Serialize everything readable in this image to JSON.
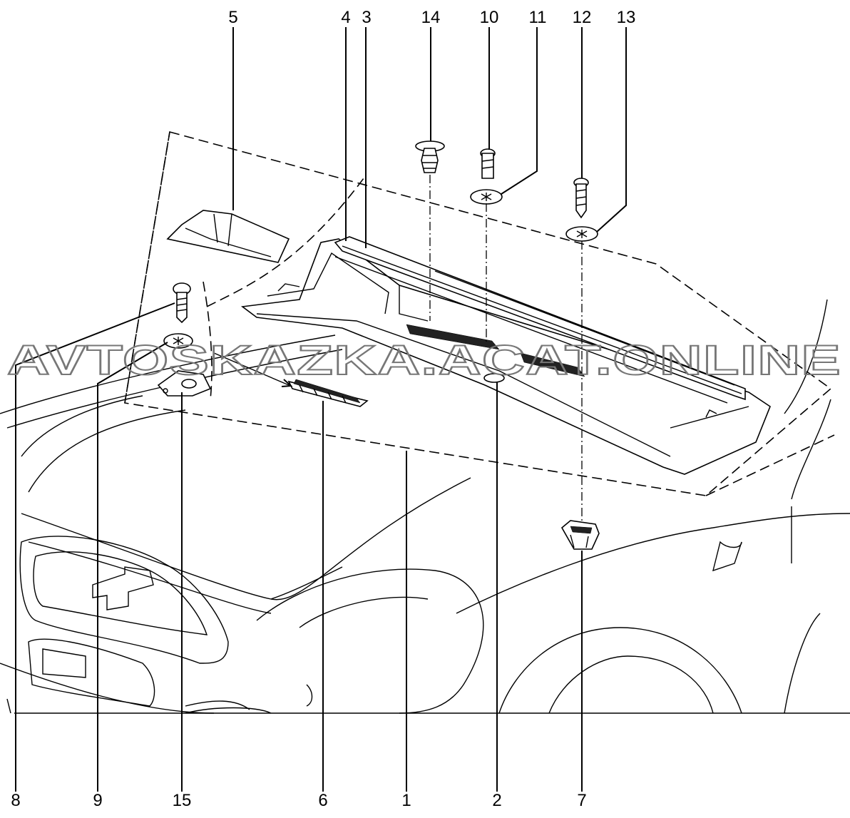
{
  "watermark": "AVTOSKAZKA.ACAT.ONLINE",
  "callouts": {
    "c1": "1",
    "c2": "2",
    "c3": "3",
    "c4": "4",
    "c5": "5",
    "c6": "6",
    "c7": "7",
    "c8": "8",
    "c9": "9",
    "c10": "10",
    "c11": "11",
    "c12": "12",
    "c13": "13",
    "c14": "14",
    "c15": "15"
  }
}
